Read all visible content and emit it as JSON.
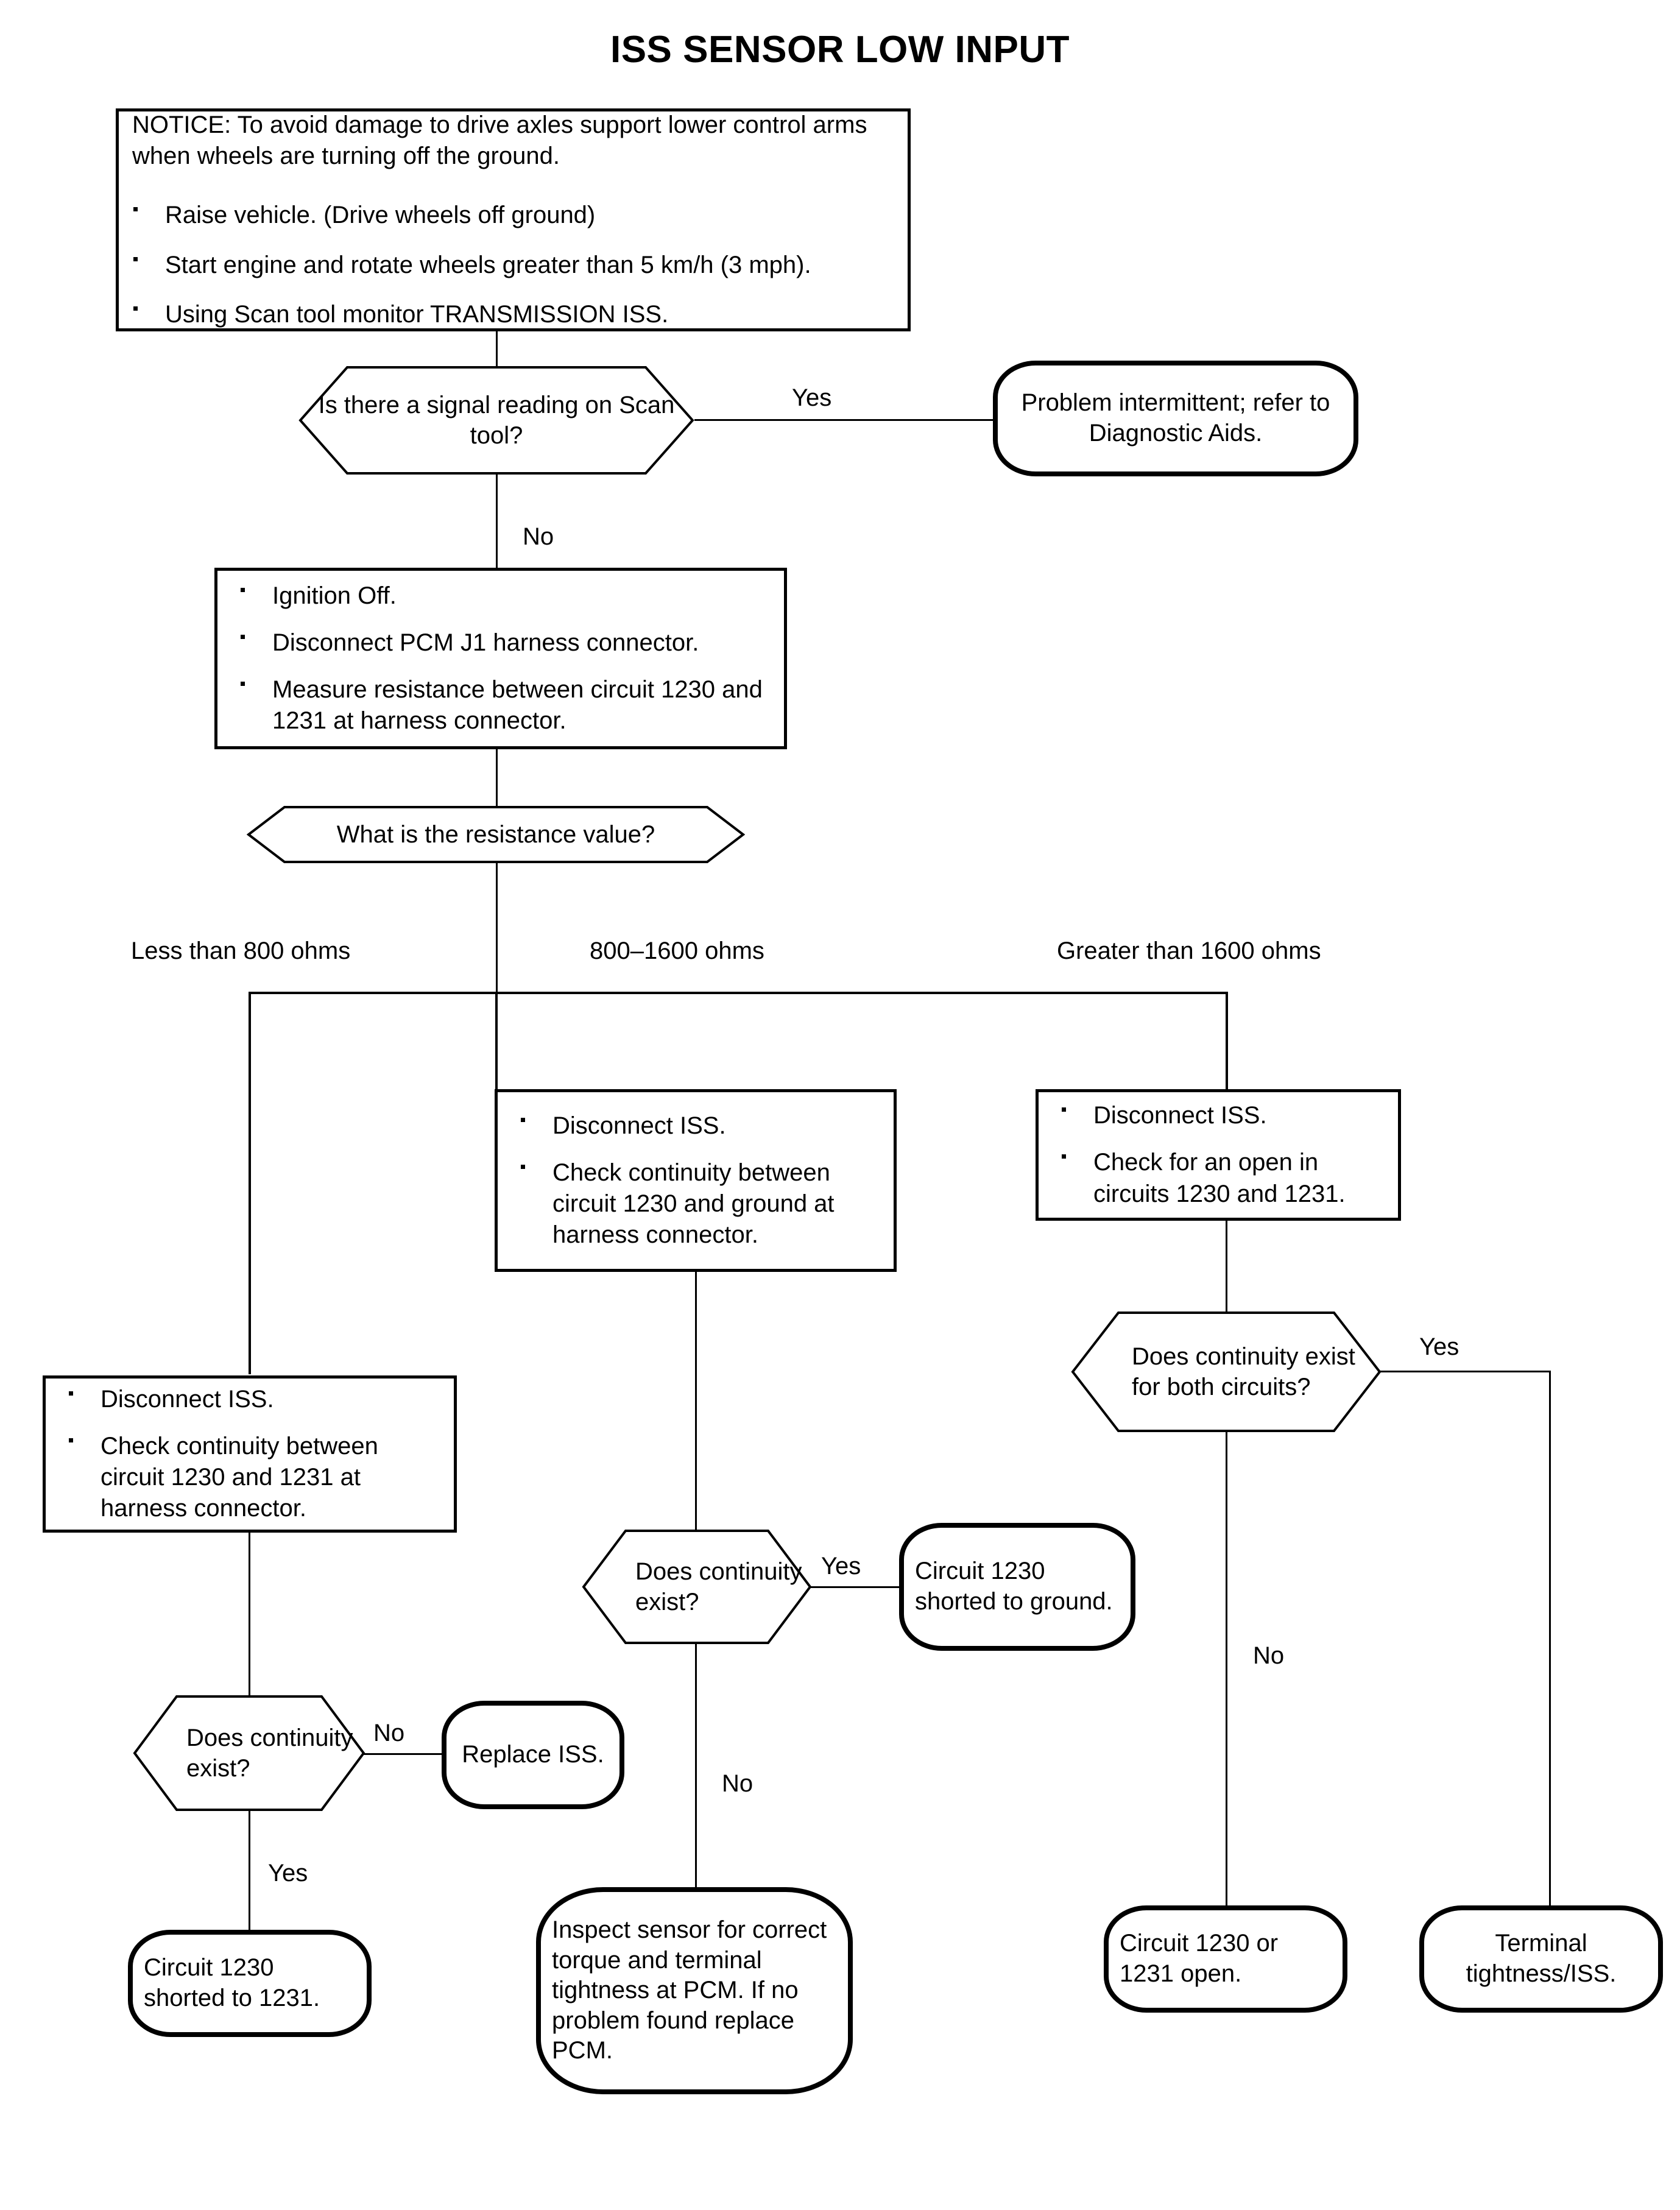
{
  "title": "ISS SENSOR LOW INPUT",
  "notice": {
    "heading": "NOTICE:  To avoid damage to drive axles support lower control arms when wheels are turning off the ground.",
    "bullets": [
      "Raise vehicle. (Drive wheels off ground)",
      "Start engine and rotate wheels greater than 5 km/h (3 mph).",
      "Using Scan tool monitor TRANSMISSION ISS."
    ]
  },
  "decisions": {
    "signal_reading": "Is there a signal reading on Scan tool?",
    "resistance_value": "What is the resistance value?",
    "continuity_both": "Does continuity exist for both circuits?",
    "continuity_mid": "Does continuity exist?",
    "continuity_left": "Does continuity exist?"
  },
  "processes": {
    "ignition": [
      "Ignition Off.",
      "Disconnect PCM J1 harness connector.",
      "Measure resistance between circuit 1230 and 1231 at harness connector."
    ],
    "mid_check": [
      "Disconnect ISS.",
      "Check continuity between circuit 1230 and ground at harness connector."
    ],
    "right_check": [
      "Disconnect ISS.",
      "Check for an open in circuits 1230 and 1231."
    ],
    "left_check": [
      "Disconnect ISS.",
      "Check continuity between circuit 1230 and 1231 at harness connector."
    ]
  },
  "terminals": {
    "problem_intermittent": "Problem intermittent; refer to Diagnostic Aids.",
    "shorted_to_ground": "Circuit 1230 shorted to ground.",
    "replace_iss": "Replace ISS.",
    "shorted_to_1231": "Circuit 1230 shorted to 1231.",
    "inspect_sensor": "Inspect sensor for correct torque and terminal tightness at PCM. If no problem found replace PCM.",
    "circuit_open": "Circuit 1230 or 1231 open.",
    "terminal_tightness": "Terminal tightness/ISS."
  },
  "edge_labels": {
    "signal_yes": "Yes",
    "signal_no": "No",
    "res_less": "Less than 800 ohms",
    "res_mid": "800–1600 ohms",
    "res_greater": "Greater than 1600 ohms",
    "both_yes": "Yes",
    "both_no": "No",
    "mid_yes": "Yes",
    "mid_no": "No",
    "left_no": "No",
    "left_yes": "Yes"
  },
  "chart_data": {
    "type": "flowchart",
    "title": "ISS SENSOR LOW INPUT",
    "nodes": [
      {
        "id": "notice",
        "type": "note",
        "text": "NOTICE:  To avoid damage to drive axles support lower control arms when wheels are turning off the ground. • Raise vehicle. (Drive wheels off ground) • Start engine and rotate wheels greater than 5 km/h (3 mph). • Using Scan tool monitor TRANSMISSION ISS."
      },
      {
        "id": "q1",
        "type": "decision",
        "text": "Is there a signal reading on Scan tool?"
      },
      {
        "id": "t1",
        "type": "terminal",
        "text": "Problem intermittent; refer to Diagnostic Aids."
      },
      {
        "id": "p1",
        "type": "process",
        "text": "Ignition Off. / Disconnect PCM J1 harness connector. / Measure resistance between circuit 1230 and 1231 at harness connector."
      },
      {
        "id": "q2",
        "type": "decision",
        "text": "What is the resistance value?"
      },
      {
        "id": "pL",
        "type": "process",
        "text": "Disconnect ISS. / Check continuity between circuit 1230 and 1231 at harness connector."
      },
      {
        "id": "pM",
        "type": "process",
        "text": "Disconnect ISS. / Check continuity between circuit 1230 and ground at harness connector."
      },
      {
        "id": "pR",
        "type": "process",
        "text": "Disconnect ISS. / Check for an open in circuits 1230 and 1231."
      },
      {
        "id": "qL",
        "type": "decision",
        "text": "Does continuity exist?"
      },
      {
        "id": "qM",
        "type": "decision",
        "text": "Does continuity exist?"
      },
      {
        "id": "qR",
        "type": "decision",
        "text": "Does continuity exist for both circuits?"
      },
      {
        "id": "tL1",
        "type": "terminal",
        "text": "Replace ISS."
      },
      {
        "id": "tL2",
        "type": "terminal",
        "text": "Circuit 1230 shorted to 1231."
      },
      {
        "id": "tM1",
        "type": "terminal",
        "text": "Circuit 1230 shorted to ground."
      },
      {
        "id": "tM2",
        "type": "terminal",
        "text": "Inspect sensor for correct torque and terminal tightness at PCM. If no problem found replace PCM."
      },
      {
        "id": "tR1",
        "type": "terminal",
        "text": "Circuit 1230 or 1231 open."
      },
      {
        "id": "tR2",
        "type": "terminal",
        "text": "Terminal tightness/ISS."
      }
    ],
    "edges": [
      {
        "from": "notice",
        "to": "q1",
        "label": ""
      },
      {
        "from": "q1",
        "to": "t1",
        "label": "Yes"
      },
      {
        "from": "q1",
        "to": "p1",
        "label": "No"
      },
      {
        "from": "p1",
        "to": "q2",
        "label": ""
      },
      {
        "from": "q2",
        "to": "pL",
        "label": "Less than 800 ohms"
      },
      {
        "from": "q2",
        "to": "pM",
        "label": "800–1600 ohms"
      },
      {
        "from": "q2",
        "to": "pR",
        "label": "Greater than 1600 ohms"
      },
      {
        "from": "pL",
        "to": "qL",
        "label": ""
      },
      {
        "from": "qL",
        "to": "tL1",
        "label": "No"
      },
      {
        "from": "qL",
        "to": "tL2",
        "label": "Yes"
      },
      {
        "from": "pM",
        "to": "qM",
        "label": ""
      },
      {
        "from": "qM",
        "to": "tM1",
        "label": "Yes"
      },
      {
        "from": "qM",
        "to": "tM2",
        "label": "No"
      },
      {
        "from": "pR",
        "to": "qR",
        "label": ""
      },
      {
        "from": "qR",
        "to": "tR2",
        "label": "Yes"
      },
      {
        "from": "qR",
        "to": "tR1",
        "label": "No"
      }
    ]
  }
}
